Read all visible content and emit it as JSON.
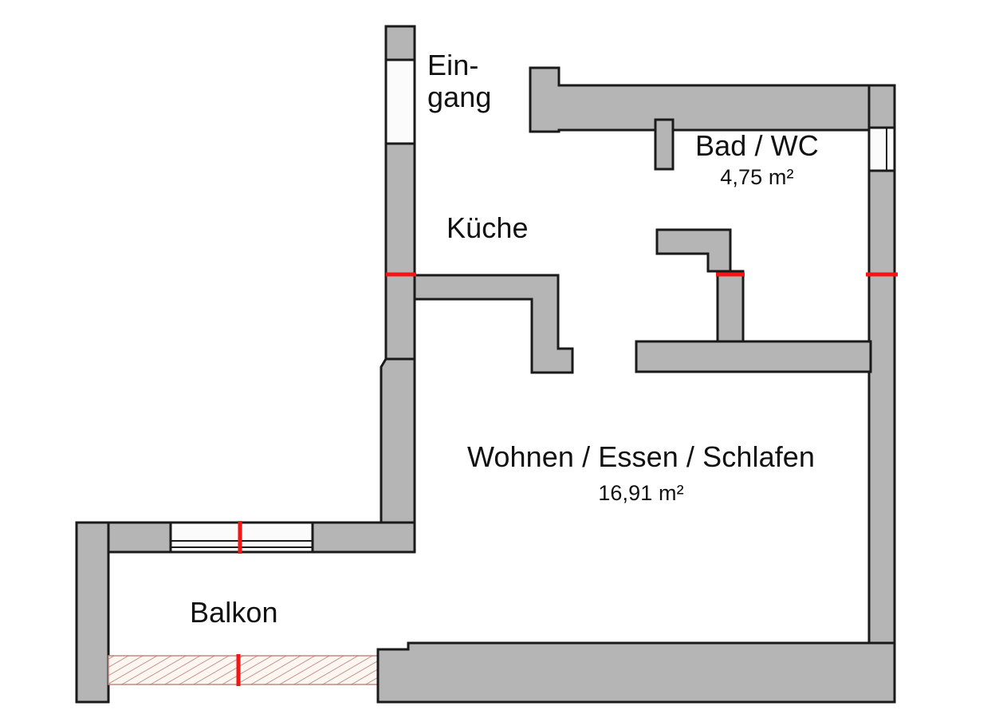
{
  "document": {
    "type": "floor-plan",
    "unit": "m²",
    "background_color": "#ffffff"
  },
  "style": {
    "wall_fill": "#b5b5b5",
    "wall_stroke": "#1a1a1a",
    "opening_fill": "#fbfbfb",
    "marker_color": "#f41616",
    "railing_fill": "#fdf6f1",
    "railing_hatch": "#b97b72",
    "text_color": "#111111"
  },
  "rooms": [
    {
      "id": "eingang",
      "name": "Eingang",
      "name_line1": "Ein-",
      "name_line2": "gang",
      "area": null
    },
    {
      "id": "kueche",
      "name": "Küche",
      "area": null
    },
    {
      "id": "bad-wc",
      "name": "Bad / WC",
      "area": "4,75 m²"
    },
    {
      "id": "wohnen-essen-schlafen",
      "name": "Wohnen / Essen / Schlafen",
      "area": "16,91 m²"
    },
    {
      "id": "balkon",
      "name": "Balkon",
      "area": null
    }
  ],
  "openings": [
    {
      "id": "entrance-door",
      "type": "door",
      "wall": "left-upper"
    },
    {
      "id": "bath-window",
      "type": "window",
      "wall": "right-upper"
    },
    {
      "id": "balcony-door",
      "type": "sliding-door",
      "wall": "balcony-top"
    }
  ],
  "markers": [
    {
      "id": "marker-left-wall",
      "orientation": "horizontal"
    },
    {
      "id": "marker-bath-stub",
      "orientation": "horizontal"
    },
    {
      "id": "marker-right-wall",
      "orientation": "horizontal"
    },
    {
      "id": "marker-balcony-door",
      "orientation": "vertical"
    },
    {
      "id": "marker-balcony-railing",
      "orientation": "vertical"
    }
  ]
}
